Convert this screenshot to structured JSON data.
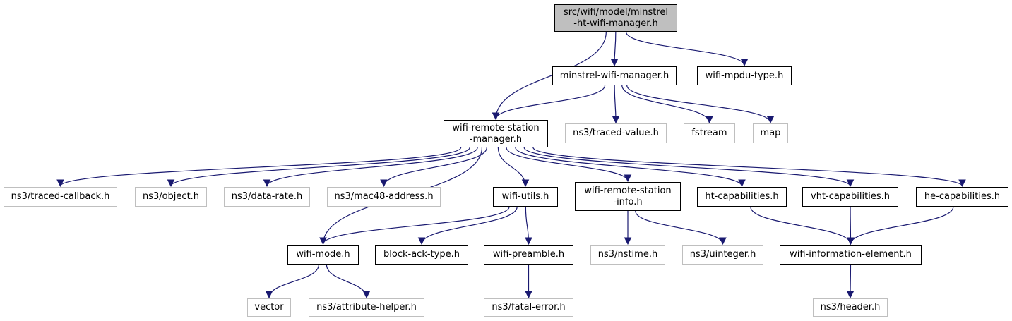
{
  "diagram": {
    "colors": {
      "edge": "#191970",
      "root_fill": "#bfbfbf",
      "internal_border": "#000000",
      "external_border": "#bfbfbf"
    },
    "nodes": [
      {
        "id": "root",
        "lines": [
          "src/wifi/model/minstrel",
          "-ht-wifi-manager.h"
        ],
        "kind": "root"
      },
      {
        "id": "minstrel",
        "lines": [
          "minstrel-wifi-manager.h"
        ],
        "kind": "internal"
      },
      {
        "id": "mpdu",
        "lines": [
          "wifi-mpdu-type.h"
        ],
        "kind": "internal"
      },
      {
        "id": "rsm",
        "lines": [
          "wifi-remote-station",
          "-manager.h"
        ],
        "kind": "internal"
      },
      {
        "id": "traced_value",
        "lines": [
          "ns3/traced-value.h"
        ],
        "kind": "external"
      },
      {
        "id": "fstream",
        "lines": [
          "fstream"
        ],
        "kind": "external"
      },
      {
        "id": "map",
        "lines": [
          "map"
        ],
        "kind": "external"
      },
      {
        "id": "traced_callback",
        "lines": [
          "ns3/traced-callback.h"
        ],
        "kind": "external"
      },
      {
        "id": "object",
        "lines": [
          "ns3/object.h"
        ],
        "kind": "external"
      },
      {
        "id": "data_rate",
        "lines": [
          "ns3/data-rate.h"
        ],
        "kind": "external"
      },
      {
        "id": "mac48",
        "lines": [
          "ns3/mac48-address.h"
        ],
        "kind": "external"
      },
      {
        "id": "wifi_utils",
        "lines": [
          "wifi-utils.h"
        ],
        "kind": "internal"
      },
      {
        "id": "rsi",
        "lines": [
          "wifi-remote-station",
          "-info.h"
        ],
        "kind": "internal"
      },
      {
        "id": "ht_cap",
        "lines": [
          "ht-capabilities.h"
        ],
        "kind": "internal"
      },
      {
        "id": "vht_cap",
        "lines": [
          "vht-capabilities.h"
        ],
        "kind": "internal"
      },
      {
        "id": "he_cap",
        "lines": [
          "he-capabilities.h"
        ],
        "kind": "internal"
      },
      {
        "id": "wifi_mode",
        "lines": [
          "wifi-mode.h"
        ],
        "kind": "internal"
      },
      {
        "id": "block_ack",
        "lines": [
          "block-ack-type.h"
        ],
        "kind": "internal"
      },
      {
        "id": "preamble",
        "lines": [
          "wifi-preamble.h"
        ],
        "kind": "internal"
      },
      {
        "id": "nstime",
        "lines": [
          "ns3/nstime.h"
        ],
        "kind": "external"
      },
      {
        "id": "uinteger",
        "lines": [
          "ns3/uinteger.h"
        ],
        "kind": "external"
      },
      {
        "id": "info_elem",
        "lines": [
          "wifi-information-element.h"
        ],
        "kind": "internal"
      },
      {
        "id": "vector",
        "lines": [
          "vector"
        ],
        "kind": "external"
      },
      {
        "id": "attr_helper",
        "lines": [
          "ns3/attribute-helper.h"
        ],
        "kind": "external"
      },
      {
        "id": "fatal_error",
        "lines": [
          "ns3/fatal-error.h"
        ],
        "kind": "external"
      },
      {
        "id": "header",
        "lines": [
          "ns3/header.h"
        ],
        "kind": "external"
      }
    ],
    "edges": [
      [
        "root",
        "rsm"
      ],
      [
        "root",
        "minstrel"
      ],
      [
        "root",
        "mpdu"
      ],
      [
        "minstrel",
        "rsm"
      ],
      [
        "minstrel",
        "traced_value"
      ],
      [
        "minstrel",
        "fstream"
      ],
      [
        "minstrel",
        "map"
      ],
      [
        "rsm",
        "traced_callback"
      ],
      [
        "rsm",
        "object"
      ],
      [
        "rsm",
        "data_rate"
      ],
      [
        "rsm",
        "mac48"
      ],
      [
        "rsm",
        "wifi_mode"
      ],
      [
        "rsm",
        "wifi_utils"
      ],
      [
        "rsm",
        "rsi"
      ],
      [
        "rsm",
        "ht_cap"
      ],
      [
        "rsm",
        "vht_cap"
      ],
      [
        "rsm",
        "he_cap"
      ],
      [
        "wifi_utils",
        "wifi_mode"
      ],
      [
        "wifi_utils",
        "block_ack"
      ],
      [
        "wifi_utils",
        "preamble"
      ],
      [
        "rsi",
        "nstime"
      ],
      [
        "rsi",
        "uinteger"
      ],
      [
        "ht_cap",
        "info_elem"
      ],
      [
        "vht_cap",
        "info_elem"
      ],
      [
        "he_cap",
        "info_elem"
      ],
      [
        "wifi_mode",
        "vector"
      ],
      [
        "wifi_mode",
        "attr_helper"
      ],
      [
        "preamble",
        "fatal_error"
      ],
      [
        "info_elem",
        "header"
      ]
    ]
  }
}
